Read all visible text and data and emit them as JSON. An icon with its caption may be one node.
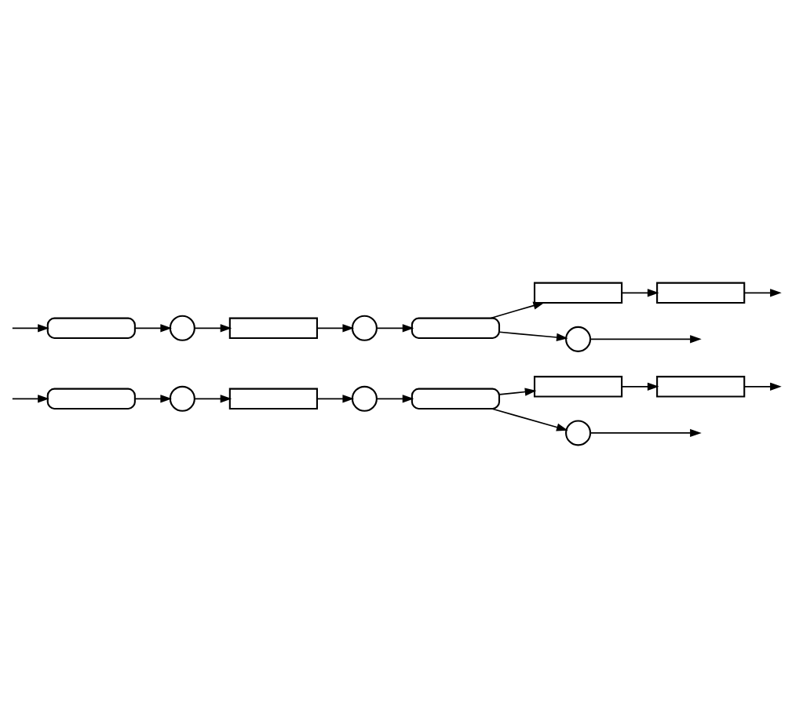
{
  "diagram": {
    "nodes": [
      {
        "text": [],
        "shape": "capsule"
      },
      {
        "text": [],
        "shape": "circle"
      },
      {
        "text": [],
        "shape": "box"
      },
      {
        "text": [],
        "shape": "circle"
      },
      {
        "text": [],
        "shape": "capsule"
      },
      {
        "text": [],
        "shape": "box"
      },
      {
        "text": [],
        "shape": "box"
      },
      {
        "text": [],
        "shape": "circle"
      },
      {
        "text": [],
        "shape": "capsule"
      },
      {
        "text": [],
        "shape": "circle"
      },
      {
        "text": [],
        "shape": "box"
      },
      {
        "text": [],
        "shape": "circle"
      },
      {
        "text": [],
        "shape": "capsule"
      },
      {
        "text": [],
        "shape": "box"
      },
      {
        "text": [],
        "shape": "box"
      },
      {
        "text": [],
        "shape": "circle"
      }
    ],
    "edges": [
      {
        "from": null,
        "to": 0,
        "arrow": "to"
      },
      {
        "from": 0,
        "to": 1,
        "arrow": "to"
      },
      {
        "from": 1,
        "to": 2,
        "arrow": "to"
      },
      {
        "from": 2,
        "to": 3,
        "arrow": "to"
      },
      {
        "from": 3,
        "to": 4,
        "arrow": "to"
      },
      {
        "from": 4,
        "to": 5,
        "arrow": "to"
      },
      {
        "from": 5,
        "to": 6,
        "arrow": "to"
      },
      {
        "from": 4,
        "to": 7,
        "arrow": "to"
      },
      {
        "from": 6,
        "to": null,
        "arrow": "to"
      },
      {
        "from": 7,
        "to": null,
        "arrow": "to"
      },
      {
        "from": null,
        "to": 8,
        "arrow": "to"
      },
      {
        "from": 8,
        "to": 9,
        "arrow": "to"
      },
      {
        "from": 9,
        "to": 10,
        "arrow": "to"
      },
      {
        "from": 10,
        "to": 11,
        "arrow": "to"
      },
      {
        "from": 11,
        "to": 12,
        "arrow": "to"
      },
      {
        "from": 12,
        "to": 13,
        "arrow": "to"
      },
      {
        "from": 13,
        "to": 14,
        "arrow": "to"
      },
      {
        "from": 12,
        "to": 15,
        "arrow": "to"
      },
      {
        "from": 14,
        "to": null,
        "arrow": "to"
      },
      {
        "from": 15,
        "to": null,
        "arrow": "to"
      }
    ]
  }
}
